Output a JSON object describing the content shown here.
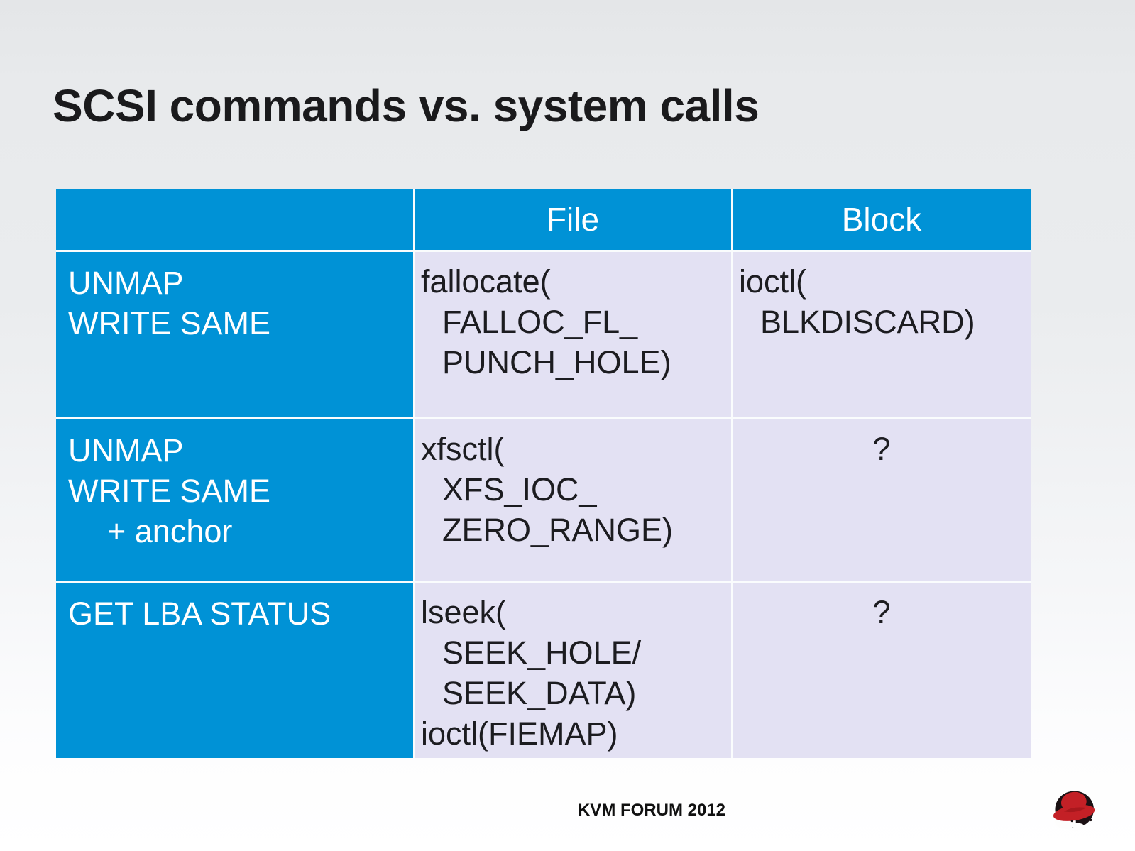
{
  "title": "SCSI commands vs. system calls",
  "footer": "KVM FORUM 2012",
  "logo": "red-hat-shadowman-logo",
  "colors": {
    "header_blue": "#0092d6",
    "cell_lavender": "#e3e1f3",
    "header_text": "#ffffff",
    "body_text": "#1c1c20",
    "hat_red": "#c32026"
  },
  "table": {
    "columns": [
      "",
      "File",
      "Block"
    ],
    "rows": [
      {
        "label": [
          "UNMAP",
          "WRITE SAME"
        ],
        "file": [
          "fallocate(",
          "FALLOC_FL_",
          "PUNCH_HOLE)"
        ],
        "block": [
          "ioctl(",
          "BLKDISCARD)"
        ]
      },
      {
        "label": [
          "UNMAP",
          "WRITE SAME",
          "+ anchor"
        ],
        "file": [
          "xfsctl(",
          "XFS_IOC_",
          "ZERO_RANGE)"
        ],
        "block": [
          "?"
        ]
      },
      {
        "label": [
          "GET LBA STATUS"
        ],
        "file": [
          "lseek(",
          "SEEK_HOLE/",
          "SEEK_DATA)",
          "ioctl(FIEMAP)"
        ],
        "block": [
          "?"
        ]
      }
    ]
  }
}
